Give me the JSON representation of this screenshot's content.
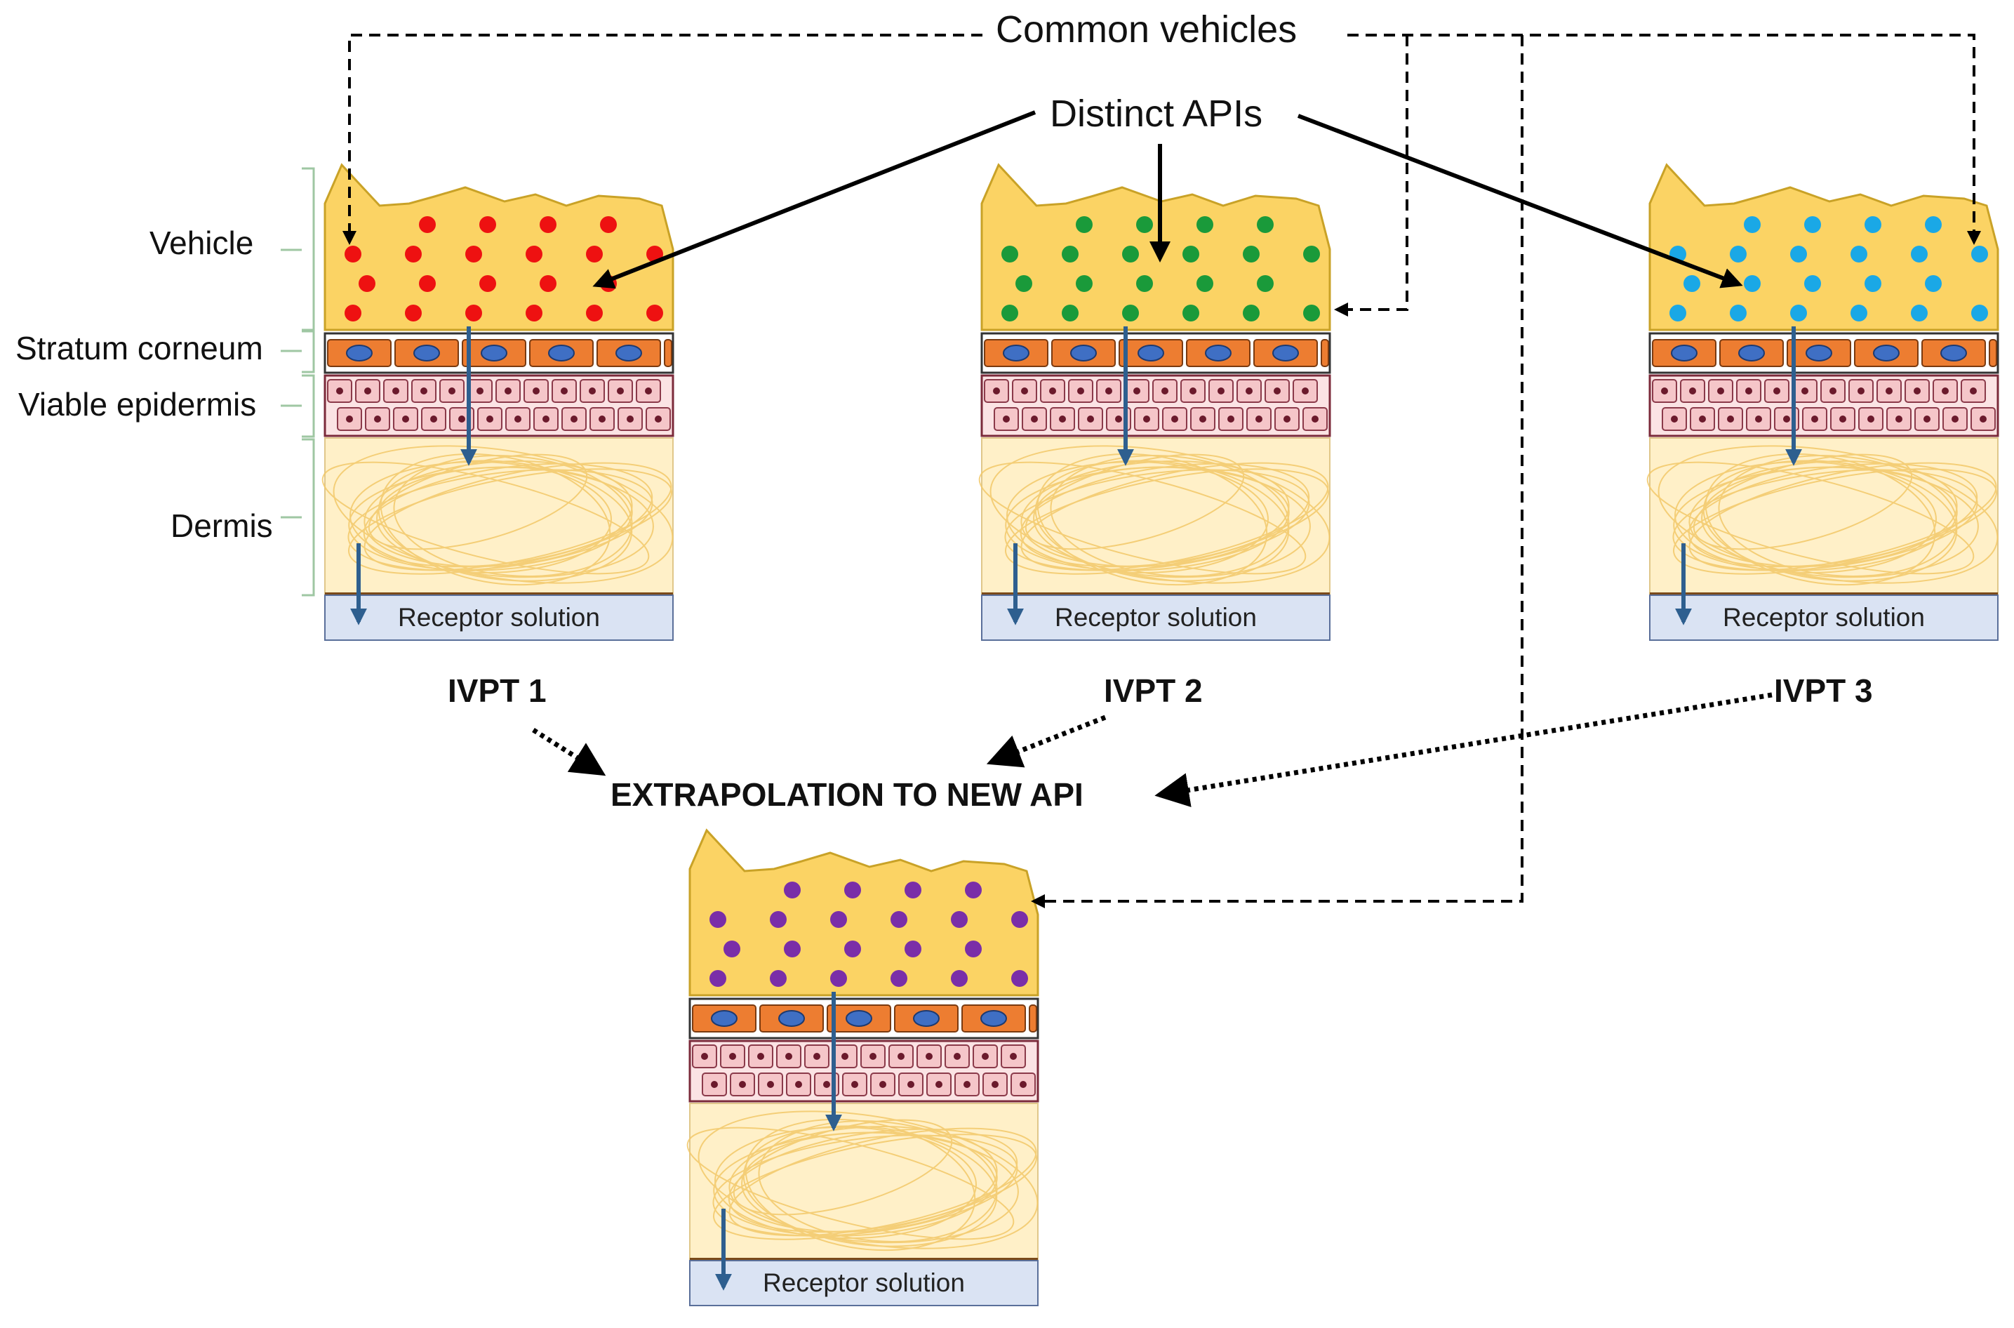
{
  "top_labels": {
    "common_vehicles": "Common vehicles",
    "distinct_apis": "Distinct APIs"
  },
  "layer_labels": {
    "vehicle": "Vehicle",
    "stratum_corneum": "Stratum corneum",
    "viable_epidermis": "Viable epidermis",
    "dermis": "Dermis"
  },
  "panels": [
    {
      "id": "ivpt1",
      "title": "IVPT 1",
      "receptor_label": "Receptor solution",
      "api_color": "#ee1111"
    },
    {
      "id": "ivpt2",
      "title": "IVPT 2",
      "receptor_label": "Receptor solution",
      "api_color": "#1a9a3a"
    },
    {
      "id": "ivpt3",
      "title": "IVPT 3",
      "receptor_label": "Receptor solution",
      "api_color": "#1aa8e6"
    },
    {
      "id": "new-api",
      "title": "",
      "receptor_label": "Receptor solution",
      "api_color": "#7a2ea8"
    }
  ],
  "extrapolation_label": "EXTRAPOLATION TO NEW API",
  "colors": {
    "vehicle": "#fbd364",
    "vehicle_outline": "#c9a227",
    "corneocyte": "#ed7d31",
    "corneocyte_nucleus": "#3f6fc4",
    "epidermal_cell": "#f5c6c9",
    "epidermal_nucleus": "#6b1a2c",
    "dermis": "#fff0c8",
    "dermis_fiber": "#f3c96a",
    "receptor": "#dae3f3",
    "flux_arrow": "#2e5f8f",
    "bracket": "#9fc7a3"
  }
}
